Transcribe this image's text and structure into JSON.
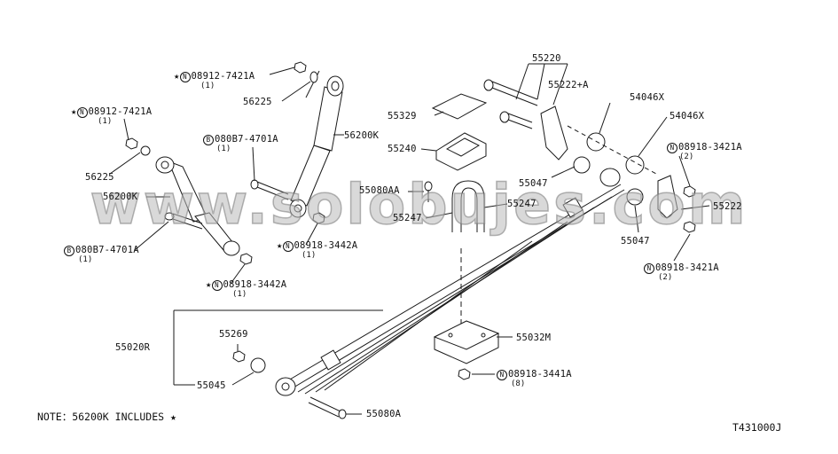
{
  "watermark": "www.solobujes.com",
  "note": "NOTE：56200K INCLUDES ★",
  "diagram_code": "T431000J",
  "labels": {
    "p56225_top": "56225",
    "p56200k_top": "56200K",
    "p56225_left": "56225",
    "p56200k_left": "56200K",
    "p55220": "55220",
    "p55222a": "55222+A",
    "p54046x_1": "54046X",
    "p54046x_2": "54046X",
    "p55329": "55329",
    "p55240": "55240",
    "p55080aa": "55080AA",
    "p55247_l": "55247",
    "p55247_r": "55247",
    "p55047_1": "55047",
    "p55047_2": "55047",
    "p55222": "55222",
    "p55020r": "55020R",
    "p55269": "55269",
    "p55045": "55045",
    "p55032m": "55032M",
    "p55080a": "55080A"
  },
  "callouts": {
    "nut_top": {
      "star": "★",
      "mark": "N",
      "part": "08912-7421A",
      "qty": "(1)"
    },
    "nut_left": {
      "star": "★",
      "mark": "N",
      "part": "08912-7421A",
      "qty": "(1)"
    },
    "bolt_top": {
      "mark": "B",
      "part": "080B7-4701A",
      "qty": "(1)"
    },
    "bolt_left": {
      "mark": "B",
      "part": "080B7-4701A",
      "qty": "(1)"
    },
    "nut_mid": {
      "star": "★",
      "mark": "N",
      "part": "08918-3442A",
      "qty": "(1)"
    },
    "nut_low": {
      "star": "★",
      "mark": "N",
      "part": "08918-3442A",
      "qty": "(1)"
    },
    "nut_r1": {
      "mark": "N",
      "part": "08918-3421A",
      "qty": "(2)"
    },
    "nut_r2": {
      "mark": "N",
      "part": "08918-3421A",
      "qty": "(2)"
    },
    "nut_u": {
      "mark": "N",
      "part": "08918-3441A",
      "qty": "(8)"
    }
  },
  "colors": {
    "line": "#1a1a1a",
    "watermark": "#b9b9b9"
  }
}
